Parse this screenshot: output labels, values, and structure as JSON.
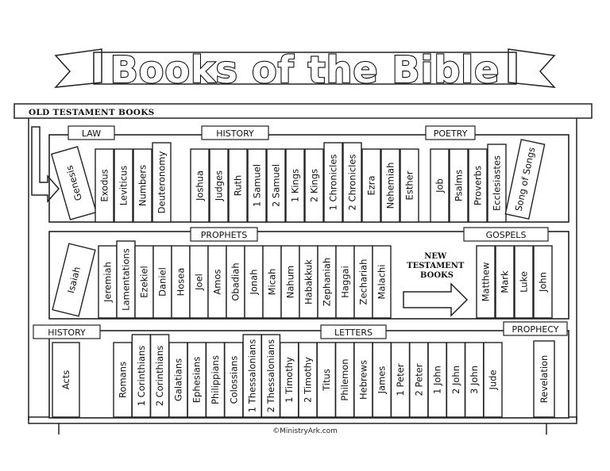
{
  "title": "Books of the Bible",
  "old_testament_label": "OLD TESTAMENT BOOKS",
  "new_testament_label": "NEW TESTAMENT BOOKS",
  "credit": "©MinistryArk.com",
  "categories": {
    "law": "LAW",
    "history_ot": "HISTORY",
    "poetry": "POETRY",
    "prophets": "PROPHETS",
    "gospels": "GOSPELS",
    "history_nt": "HISTORY",
    "letters": "LETTERS",
    "prophecy": "PROPHECY"
  },
  "books": {
    "law": [
      "Genesis",
      "Exodus",
      "Leviticus",
      "Numbers",
      "Deuteronomy"
    ],
    "history_ot": [
      "Joshua",
      "Judges",
      "Ruth",
      "1 Samuel",
      "2 Samuel",
      "1 Kings",
      "2 Kings",
      "1 Chronicles",
      "2 Chronicles",
      "Ezra",
      "Nehemiah",
      "Esther"
    ],
    "poetry": [
      "Job",
      "Psalms",
      "Proverbs",
      "Ecclesiastes",
      "Song of Songs"
    ],
    "prophets": [
      "Isaiah",
      "Jeremiah",
      "Lamentations",
      "Ezekiel",
      "Daniel",
      "Hosea",
      "Joel",
      "Amos",
      "Obadiah",
      "Jonah",
      "Micah",
      "Nahum",
      "Habakkuk",
      "Zephaniah",
      "Haggai",
      "Zechariah",
      "Malachi"
    ],
    "gospels": [
      "Matthew",
      "Mark",
      "Luke",
      "John"
    ],
    "history_nt": [
      "Acts"
    ],
    "letters": [
      "Romans",
      "1 Corinthians",
      "2 Corinthians",
      "Galatians",
      "Ephesians",
      "Philippians",
      "Colossians",
      "1 Thessalonians",
      "2 Thessalonians",
      "1 Timothy",
      "2 Timothy",
      "Titus",
      "Philemon",
      "Hebrews",
      "James",
      "1 Peter",
      "2 Peter",
      "1 John",
      "2 John",
      "3 John",
      "Jude"
    ],
    "prophecy": [
      "Revelation"
    ]
  }
}
